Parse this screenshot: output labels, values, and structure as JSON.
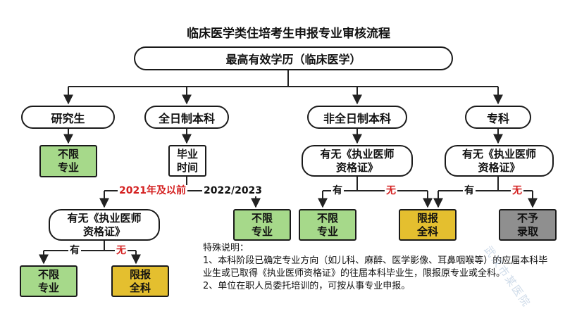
{
  "title": "临床医学类住培考生申报专业审核流程",
  "root": "最高有效学历（临床医学）",
  "level1": {
    "postgrad": "研究生",
    "fulltime": "全日制本科",
    "parttime": "非全日制本科",
    "college": "专科"
  },
  "postgrad_result": {
    "line1": "不限",
    "line2": "专业"
  },
  "graduation": {
    "line1": "毕业",
    "line2": "时间"
  },
  "edge_labels": {
    "before_2021": "2021年及以前",
    "y2022_2023": "2022/2023",
    "has": "有",
    "none": "无"
  },
  "license_q": {
    "line1": "有无《执业医师",
    "line2": "资格证》"
  },
  "results": {
    "unlimited": {
      "line1": "不限",
      "line2": "专业"
    },
    "limited": {
      "line1": "限报",
      "line2": "全科"
    },
    "rejected": {
      "line1": "不予",
      "line2": "录取"
    }
  },
  "note": {
    "heading": "特殊说明：",
    "item1": "1、本科阶段已确定专业方向（如儿科、麻醉、医学影像、耳鼻咽喉等）的应届本科毕业生或已取得《执业医师资格证》的往届本科毕业生，限报原专业或全科。",
    "item2": "2、单位在职人员委托培训的，可按从事专业申报。"
  },
  "watermark": "武汉市某医院",
  "colors": {
    "green": "#a6d98a",
    "yellow": "#e4bf2f",
    "gray": "#8f8f8f",
    "red_label": "#d42020"
  }
}
